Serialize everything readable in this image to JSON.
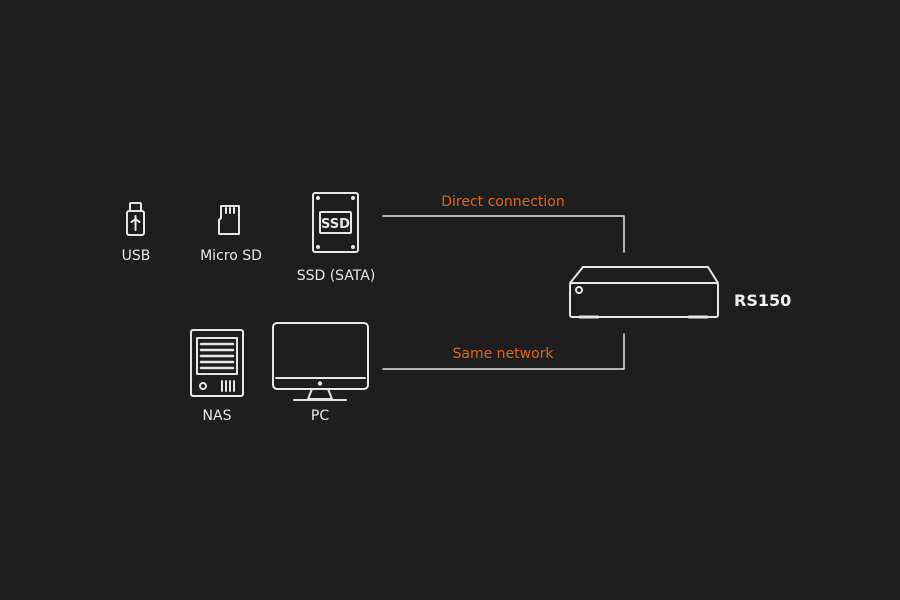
{
  "sources": {
    "usb": "USB",
    "micro_sd": "Micro SD",
    "ssd": "SSD (SATA)",
    "ssd_badge": "SSD",
    "nas": "NAS",
    "pc": "PC"
  },
  "connections": {
    "direct": "Direct connection",
    "network": "Same network"
  },
  "device": {
    "name": "RS150"
  },
  "colors": {
    "background": "#1e1e1e",
    "line": "#e6e6e6",
    "accent": "#e0641e"
  },
  "icons": [
    "usb-icon",
    "micro-sd-icon",
    "ssd-icon",
    "nas-icon",
    "pc-icon",
    "rs150-device-icon"
  ]
}
